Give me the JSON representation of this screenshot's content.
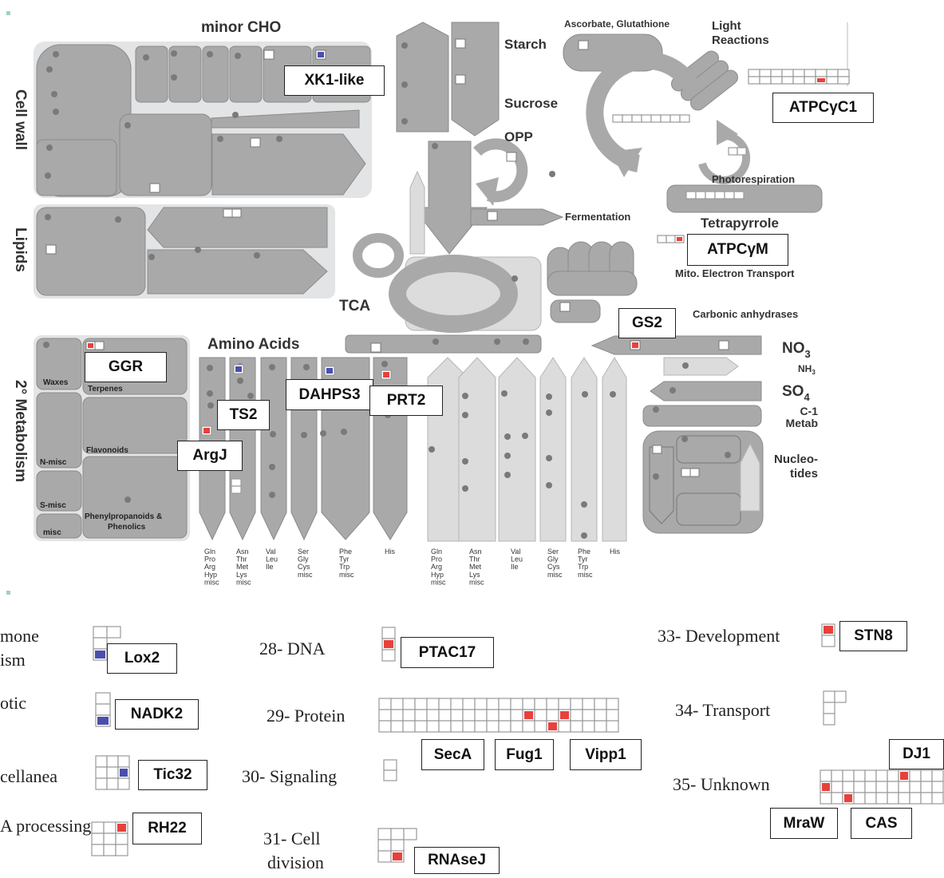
{
  "overview": {
    "section_titles": {
      "minor_cho": "minor CHO",
      "cell_wall": "Cell wall",
      "lipids": "Lipids",
      "secondary_metabolism": "2° Metabolism",
      "amino_acids": "Amino Acids",
      "starch": "Starch",
      "sucrose": "Sucrose",
      "opp": "OPP",
      "tca": "TCA",
      "ascorbate": "Ascorbate, Glutathione",
      "light_reactions_1": "Light",
      "light_reactions_2": "Reactions",
      "photorespiration": "Photorespiration",
      "tetrapyrrole": "Tetrapyrrole",
      "fermentation": "Fermentation",
      "mito_electron": "Mito. Electron Transport",
      "carbonic": "Carbonic anhydrases",
      "no3": "NO",
      "no3_sub": "3",
      "nh3": "NH",
      "nh3_sub": "3",
      "so4": "SO",
      "so4_sub": "4",
      "c1_a": "C-1",
      "c1_b": "Metab",
      "nucleo_a": "Nucleo-",
      "nucleo_b": "tides"
    },
    "secondary_subsections": {
      "waxes": "Waxes",
      "terpenes": "Terpenes",
      "flavonoids": "Flavonoids",
      "n_misc": "N-misc",
      "s_misc": "S-misc",
      "misc": "misc",
      "phenyl_1": "Phenylpropanoids &",
      "phenyl_2": "Phenolics"
    },
    "aa_groups": [
      [
        "Gln",
        "Pro",
        "Arg",
        "Hyp",
        "misc"
      ],
      [
        "Asn",
        "Thr",
        "Met",
        "Lys",
        "misc"
      ],
      [
        "Val",
        "Leu",
        "Ile"
      ],
      [
        "Ser",
        "Gly",
        "Cys",
        "misc"
      ],
      [
        "Phe",
        "Tyr",
        "Trp",
        "misc"
      ],
      [
        "His"
      ],
      [
        "Gln",
        "Pro",
        "Arg",
        "Hyp",
        "misc"
      ],
      [
        "Asn",
        "Thr",
        "Met",
        "Lys",
        "misc"
      ],
      [
        "Val",
        "Leu",
        "Ile"
      ],
      [
        "Ser",
        "Gly",
        "Cys",
        "misc"
      ],
      [
        "Phe",
        "Tyr",
        "Trp",
        "misc"
      ],
      [
        "His"
      ]
    ],
    "gene_labels": {
      "xk1": "XK1-like",
      "atpcyc1": "ATPCγC1",
      "atpcym": "ATPCγM",
      "gs2": "GS2",
      "ggr": "GGR",
      "ts2": "TS2",
      "dahps3": "DAHPS3",
      "prt2": "PRT2",
      "argj": "ArgJ"
    }
  },
  "categories": {
    "hormone_a": "mone",
    "hormone_b": "ism",
    "biotic": "otic",
    "misc": "cellanea",
    "rna": "A processing",
    "dna": "28- DNA",
    "protein": "29- Protein",
    "signaling": "30- Signaling",
    "cell_div_a": "31- Cell",
    "cell_div_b": "division",
    "development": "33- Development",
    "transport": "34- Transport",
    "unknown": "35- Unknown"
  },
  "category_genes": {
    "lox2": "Lox2",
    "nadk2": "NADK2",
    "tic32": "Tic32",
    "rh22": "RH22",
    "ptac17": "PTAC17",
    "seca": "SecA",
    "fug1": "Fug1",
    "vipp1": "Vipp1",
    "rnasej": "RNAseJ",
    "stn8": "STN8",
    "dj1": "DJ1",
    "mraw": "MraW",
    "cas": "CAS"
  },
  "colors": {
    "box_fill": "#a9a9a9",
    "box_stroke": "#8a8a8a",
    "panel_fill": "#e2e4e6",
    "light_shape": "#dcdcdc",
    "dot": "#7a7a7a",
    "up_regulated": "#e8413c",
    "down_regulated": "#4a4fae",
    "cell_outline": "#9a9a9a"
  }
}
